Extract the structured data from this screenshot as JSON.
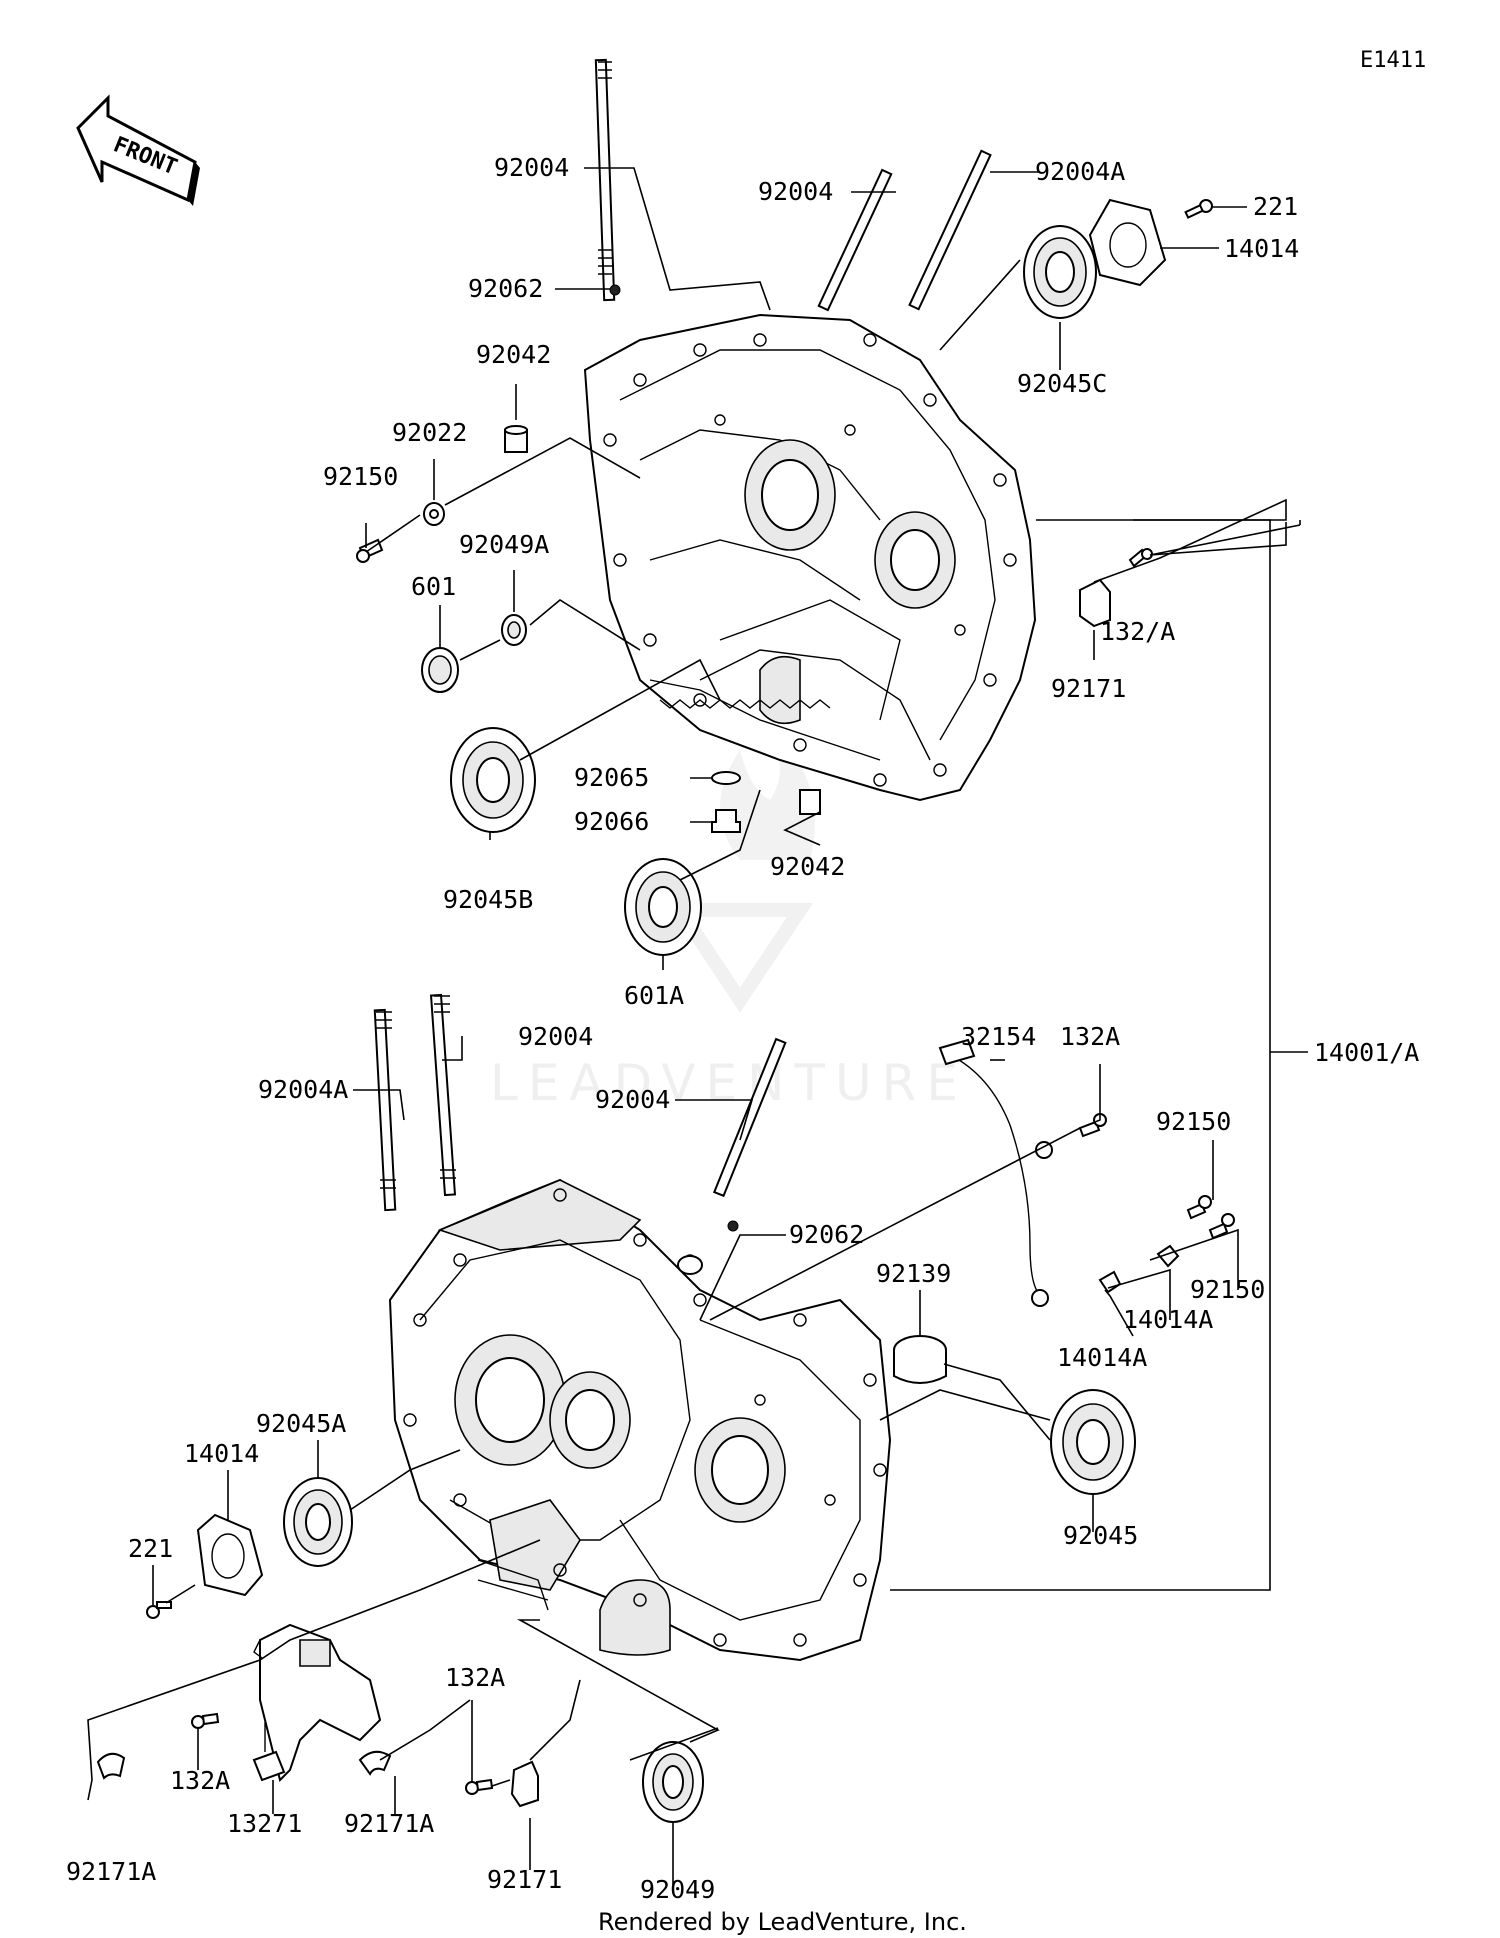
{
  "diagram": {
    "code": "E1411",
    "front_label": "FRONT",
    "watermark": "LEADVENTURE",
    "footer": "Rendered by LeadVenture, Inc.",
    "parts": [
      {
        "id": "p1",
        "label": "92004"
      },
      {
        "id": "p2",
        "label": "92004"
      },
      {
        "id": "p3",
        "label": "92004A"
      },
      {
        "id": "p4",
        "label": "221"
      },
      {
        "id": "p5",
        "label": "14014"
      },
      {
        "id": "p6",
        "label": "92062"
      },
      {
        "id": "p7",
        "label": "92042"
      },
      {
        "id": "p8",
        "label": "92045C"
      },
      {
        "id": "p9",
        "label": "92022"
      },
      {
        "id": "p10",
        "label": "92150"
      },
      {
        "id": "p11",
        "label": "92049A"
      },
      {
        "id": "p12",
        "label": "601"
      },
      {
        "id": "p13",
        "label": "132/A"
      },
      {
        "id": "p14",
        "label": "92171"
      },
      {
        "id": "p15",
        "label": "92065"
      },
      {
        "id": "p16",
        "label": "92066"
      },
      {
        "id": "p17",
        "label": "92042"
      },
      {
        "id": "p18",
        "label": "92045B"
      },
      {
        "id": "p19",
        "label": "601A"
      },
      {
        "id": "p20",
        "label": "14001/A"
      },
      {
        "id": "p21",
        "label": "92004"
      },
      {
        "id": "p22",
        "label": "32154"
      },
      {
        "id": "p23",
        "label": "132A"
      },
      {
        "id": "p24",
        "label": "92004A"
      },
      {
        "id": "p25",
        "label": "92004"
      },
      {
        "id": "p26",
        "label": "92150"
      },
      {
        "id": "p27",
        "label": "92062"
      },
      {
        "id": "p28",
        "label": "92139"
      },
      {
        "id": "p29",
        "label": "92150"
      },
      {
        "id": "p30",
        "label": "14014A"
      },
      {
        "id": "p31",
        "label": "14014A"
      },
      {
        "id": "p32",
        "label": "92045A"
      },
      {
        "id": "p33",
        "label": "14014"
      },
      {
        "id": "p34",
        "label": "92045"
      },
      {
        "id": "p35",
        "label": "221"
      },
      {
        "id": "p36",
        "label": "132A"
      },
      {
        "id": "p37",
        "label": "132A"
      },
      {
        "id": "p38",
        "label": "92171A"
      },
      {
        "id": "p39",
        "label": "13271"
      },
      {
        "id": "p40",
        "label": "92171"
      },
      {
        "id": "p41",
        "label": "92171A"
      },
      {
        "id": "p42",
        "label": "92049"
      }
    ]
  }
}
